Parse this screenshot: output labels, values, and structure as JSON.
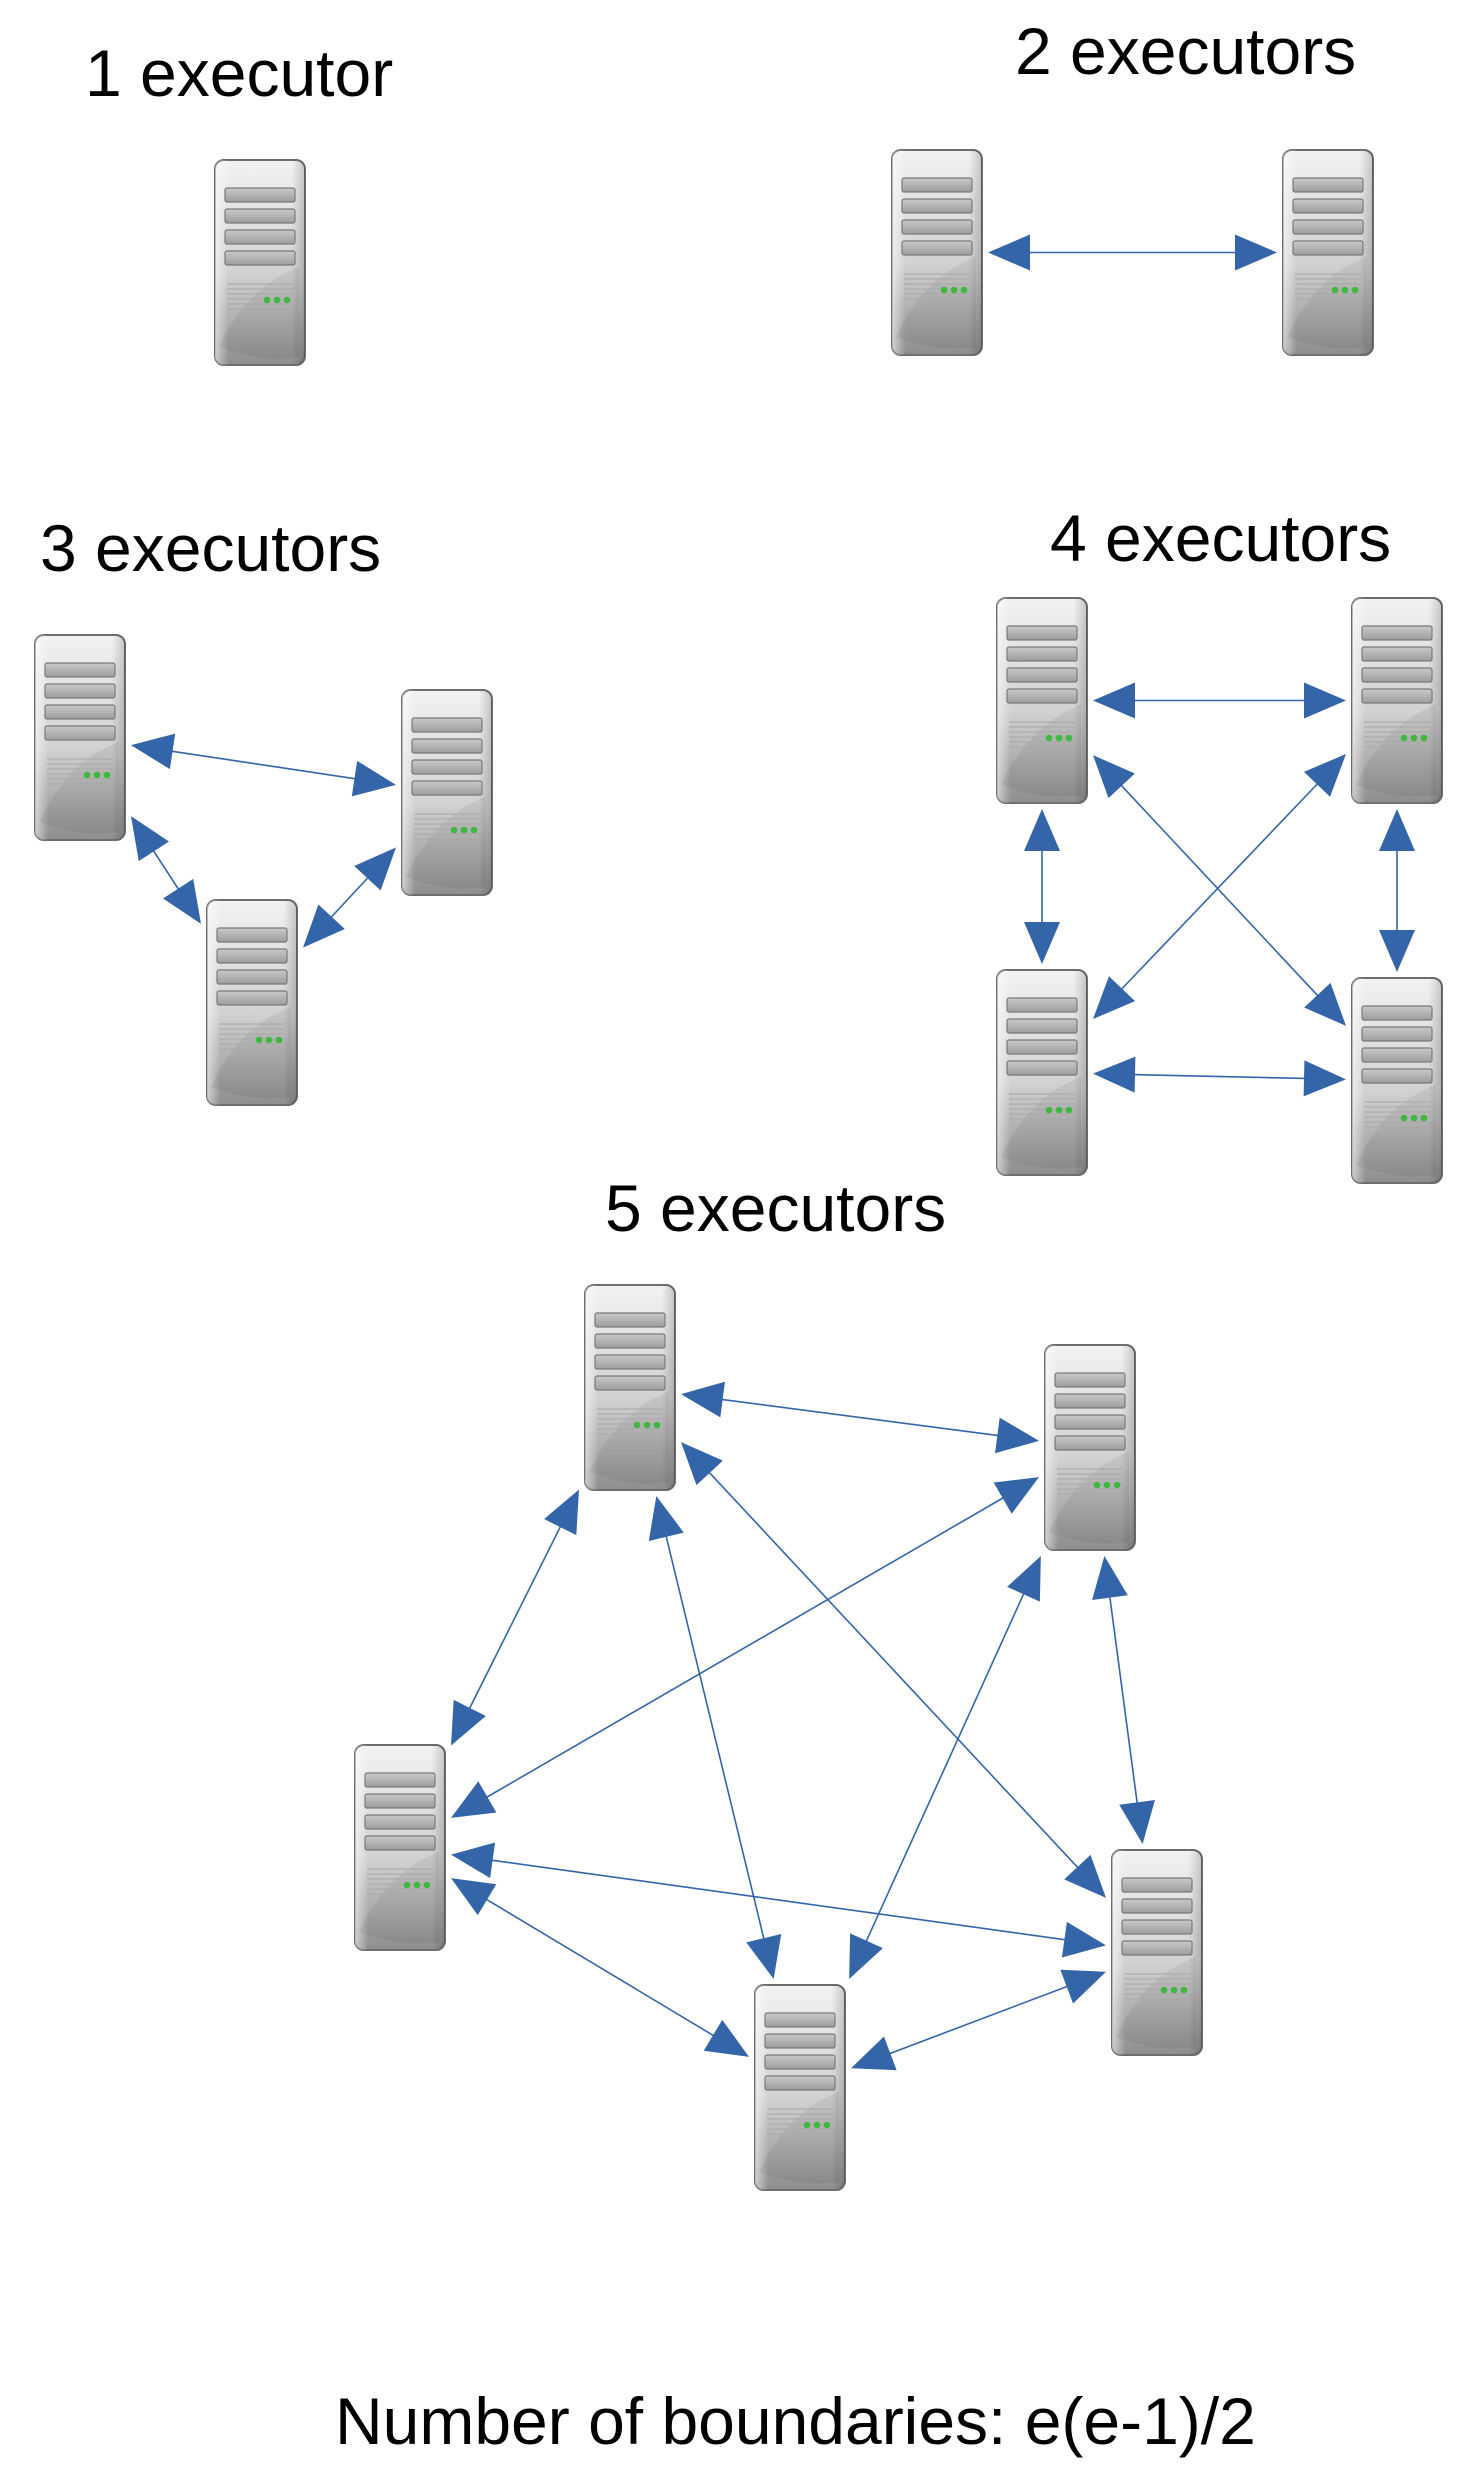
{
  "diagram": {
    "colors": {
      "arrow": "#3465a8",
      "server_light": "#e3e3e3",
      "server_dark": "#8f8f8f",
      "server_outline": "#6e6e6e",
      "led": "#3fb83f"
    },
    "groups": [
      {
        "id": "g1",
        "title": "1 executor",
        "server_count": 1
      },
      {
        "id": "g2",
        "title": "2 executors",
        "server_count": 2
      },
      {
        "id": "g3",
        "title": "3 executors",
        "server_count": 3
      },
      {
        "id": "g4",
        "title": "4 executors",
        "server_count": 4
      },
      {
        "id": "g5",
        "title": "5 executors",
        "server_count": 5
      }
    ],
    "footer_formula": "Number of boundaries: e(e-1)/2",
    "icon": "server-tower-icon"
  }
}
